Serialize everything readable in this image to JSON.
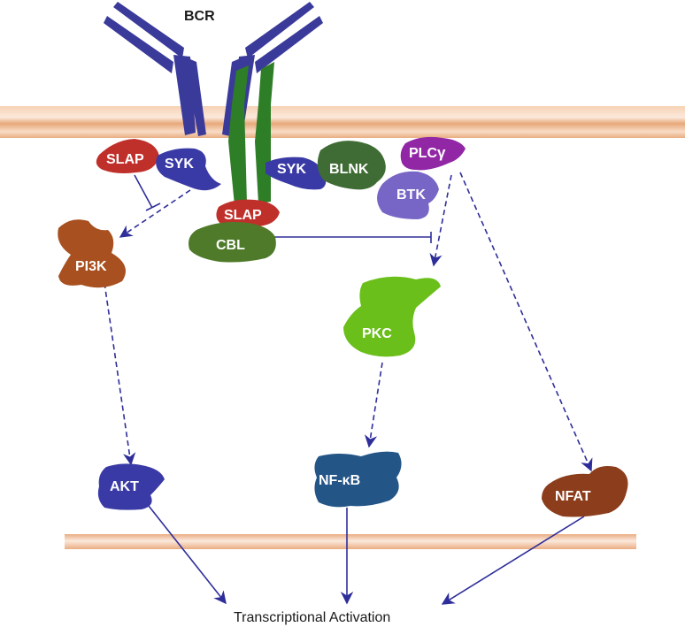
{
  "labels": {
    "bcr": "BCR",
    "slap_left": "SLAP",
    "syk_left": "SYK",
    "slap_center": "SLAP",
    "cbl": "CBL",
    "syk_right": "SYK",
    "blnk": "BLNK",
    "plc": "PLC",
    "plc_sub": "γ",
    "btk": "BTK",
    "pi3k": "PI3K",
    "pkc": "PKC",
    "akt": "AKT",
    "nfkb": "NF-κB",
    "nfat": "NFAT",
    "output": "Transcriptional Activation"
  },
  "colors": {
    "bcr": "#3a3a9a",
    "transmembrane": "#2e7d27",
    "slap": "#c0302b",
    "syk": "#3a3aa6",
    "cbl": "#4f7a2a",
    "blnk": "#3f6b34",
    "plc": "#9127a5",
    "btk": "#7766c6",
    "pi3k": "#a8501f",
    "pkc": "#6abf1a",
    "akt": "#3a3aa6",
    "nfkb": "#245587",
    "nfat": "#8b3d1c",
    "membrane": "#f3c39a",
    "arrow": "#2e2e9a"
  }
}
